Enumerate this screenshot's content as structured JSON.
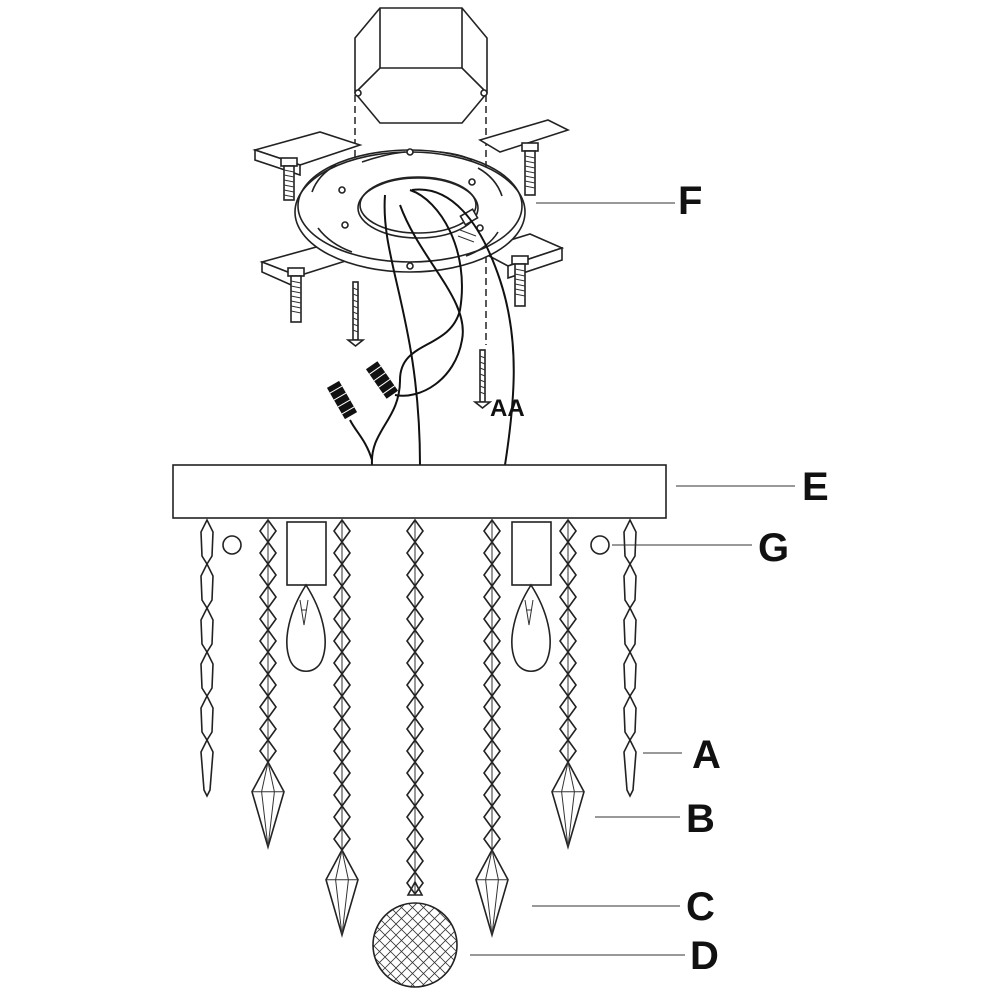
{
  "labels": {
    "A": "A",
    "B": "B",
    "C": "C",
    "D": "D",
    "E": "E",
    "F": "F",
    "G": "G",
    "AA": "AA"
  }
}
